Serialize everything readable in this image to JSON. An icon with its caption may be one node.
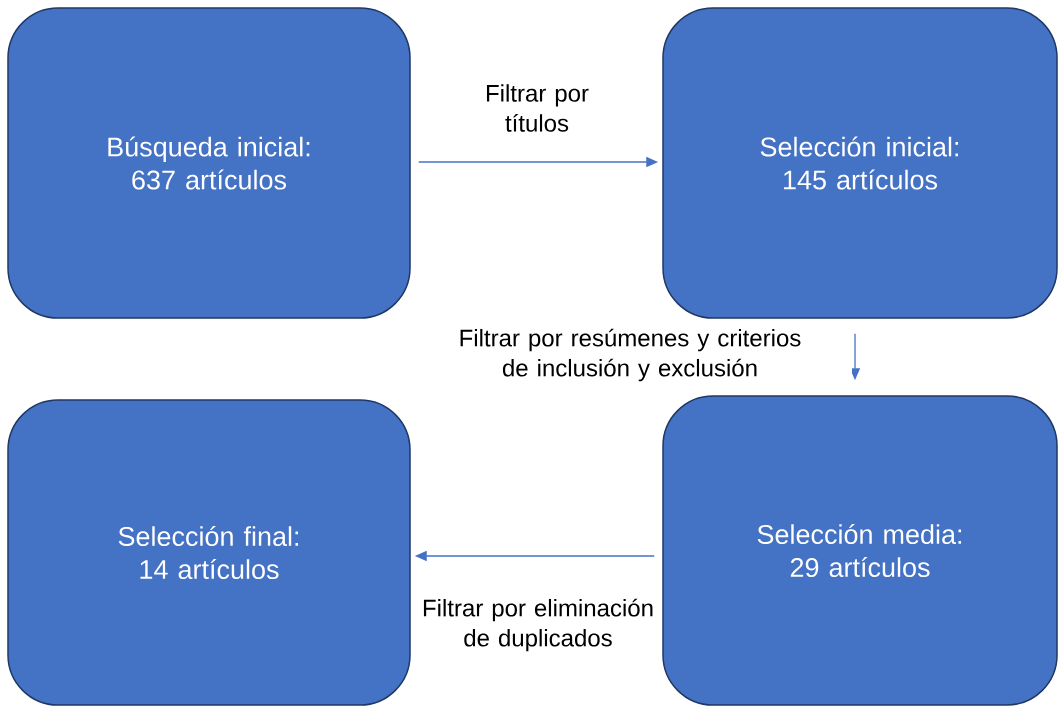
{
  "diagram": {
    "nodes": [
      {
        "text": [
          "Búsqueda inicial: 637 artículos"
        ]
      },
      {
        "text": [
          "Selección inicial: 145 artículos"
        ]
      },
      {
        "text": [
          "Selección media: 29 artículos"
        ]
      },
      {
        "text": [
          "Selección final: 14 artículos"
        ]
      }
    ],
    "edges": [
      {
        "from": 0,
        "to": 1,
        "arrow": "to",
        "label": "Filtrar por títulos"
      },
      {
        "from": 1,
        "to": 2,
        "arrow": "to",
        "label": "Filtrar por resúmenes y criterios de inclusión y exclusión"
      },
      {
        "from": 2,
        "to": 3,
        "arrow": "to",
        "label": "Filtrar por eliminación de duplicados"
      }
    ]
  }
}
